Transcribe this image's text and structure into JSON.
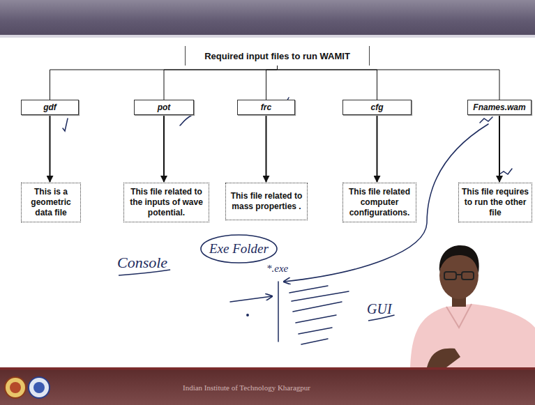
{
  "diagram": {
    "nodes": [
      {
        "text": [
          "Required input files to run WAMIT"
        ]
      },
      {
        "text": [
          "gdf"
        ]
      },
      {
        "text": [
          "pot"
        ]
      },
      {
        "text": [
          "frc"
        ]
      },
      {
        "text": [
          "cfg"
        ]
      },
      {
        "text": [
          "Fnames.wam"
        ]
      },
      {
        "text": [
          "This is a geometric data file"
        ]
      },
      {
        "text": [
          "This file related to the inputs of wave potential."
        ]
      },
      {
        "text": [
          "This file related to mass properties ."
        ]
      },
      {
        "text": [
          "This file related computer configurations."
        ]
      },
      {
        "text": [
          "This file requires to run the other file"
        ]
      }
    ],
    "edges": [
      {
        "from": 0,
        "to": 1,
        "arrow": "none"
      },
      {
        "from": 0,
        "to": 2,
        "arrow": "none"
      },
      {
        "from": 0,
        "to": 3,
        "arrow": "none"
      },
      {
        "from": 0,
        "to": 4,
        "arrow": "none"
      },
      {
        "from": 0,
        "to": 5,
        "arrow": "none"
      },
      {
        "from": 1,
        "to": 6,
        "arrow": "to"
      },
      {
        "from": 2,
        "to": 7,
        "arrow": "to"
      },
      {
        "from": 3,
        "to": 8,
        "arrow": "to"
      },
      {
        "from": 4,
        "to": 9,
        "arrow": "to"
      },
      {
        "from": 5,
        "to": 10,
        "arrow": "to"
      }
    ],
    "labels": [
      "Console",
      "Exe Folder",
      "*.exe",
      "GUI",
      "Indian Institute of Technology Kharagpur"
    ]
  }
}
